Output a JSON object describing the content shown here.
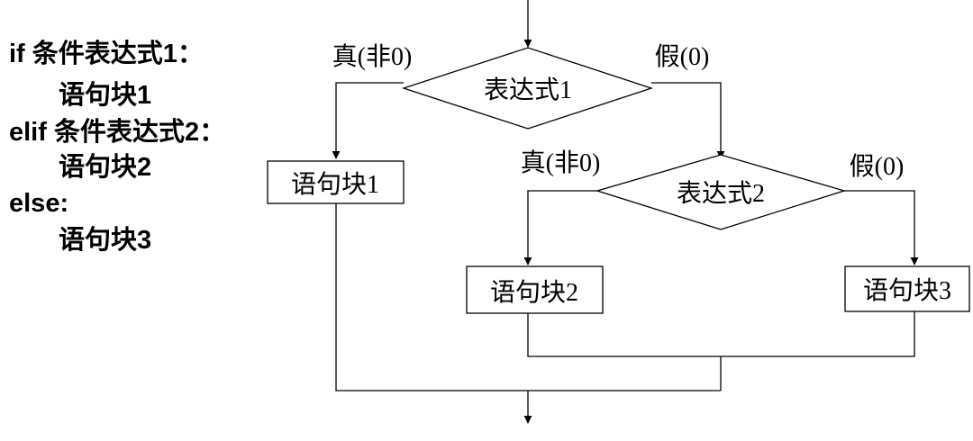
{
  "code": {
    "lines": [
      "if  条件表达式1：",
      "语句块1",
      "elif 条件表达式2：",
      "语句块2",
      "else:",
      "语句块3"
    ]
  },
  "flowchart": {
    "decision1": "表达式1",
    "decision1_true": "真(非0)",
    "decision1_false": "假(0)",
    "block1": "语句块1",
    "decision2": "表达式2",
    "decision2_true": "真(非0)",
    "decision2_false": "假(0)",
    "block2": "语句块2",
    "block3": "语句块3"
  }
}
